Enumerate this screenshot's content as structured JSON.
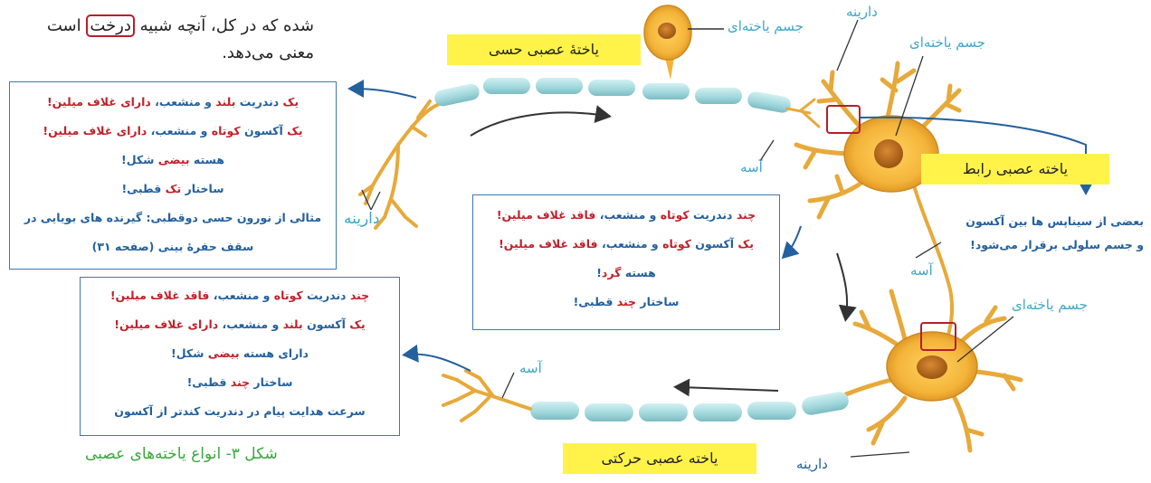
{
  "intro": {
    "line1": "شده که در کل، آنچه شبیه",
    "boxed_word": "درخت",
    "line1_tail": "است",
    "line2": "معنی می‌دهد."
  },
  "labels": {
    "sensory_neuron": "یاختهٔ عصبی حسی",
    "interneuron": "یاخته عصبی رابط",
    "motor_neuron": "یاخته عصبی حرکتی",
    "cell_body_top": "جسم یاخته‌ای",
    "dendrite_top": "دارینه",
    "cell_body_right": "جسم یاخته‌ای",
    "axon_mid": "آسه",
    "dendrite_left": "دارینه",
    "axon_inter": "آسه",
    "cell_body_motor": "جسم یاخته‌ای",
    "axon_motor": "آسه",
    "dendrite_bottom": "دارینه"
  },
  "sensory_box": {
    "lines": [
      [
        {
          "t": "یک",
          "red": true
        },
        {
          "t": " دندریت "
        },
        {
          "t": "بلند",
          "red": true
        },
        {
          "t": " و منشعب، "
        },
        {
          "t": "دارای غلاف میلین!",
          "red": true
        }
      ],
      [
        {
          "t": "یک",
          "red": true
        },
        {
          "t": " آکسون "
        },
        {
          "t": "کوتاه",
          "red": true
        },
        {
          "t": " و منشعب، "
        },
        {
          "t": "دارای غلاف میلین!",
          "red": true
        }
      ],
      [
        {
          "t": "هسته "
        },
        {
          "t": "بیضی",
          "red": true
        },
        {
          "t": " شکل!"
        }
      ],
      [
        {
          "t": "ساختار "
        },
        {
          "t": "تک",
          "red": true
        },
        {
          "t": " قطبی!"
        }
      ],
      [
        {
          "t": "مثالی از نورون حسی دوقطبی: گیرنده های بویایی در"
        }
      ],
      [
        {
          "t": "سقف حفرهٔ بینی (صفحه ۳۱)"
        }
      ]
    ]
  },
  "inter_box": {
    "lines": [
      [
        {
          "t": "چند",
          "red": true
        },
        {
          "t": " دندریت "
        },
        {
          "t": "کوتاه",
          "red": true
        },
        {
          "t": " و منشعب، "
        },
        {
          "t": "فاقد غلاف میلین!",
          "red": true
        }
      ],
      [
        {
          "t": "یک",
          "red": true
        },
        {
          "t": " آکسون "
        },
        {
          "t": "کوتاه",
          "red": true
        },
        {
          "t": " و منشعب، "
        },
        {
          "t": "فاقد غلاف میلین!",
          "red": true
        }
      ],
      [
        {
          "t": "هسته "
        },
        {
          "t": "گرد",
          "red": true
        },
        {
          "t": "!"
        }
      ],
      [
        {
          "t": "ساختار "
        },
        {
          "t": "چند",
          "red": true
        },
        {
          "t": " قطبی!"
        }
      ]
    ]
  },
  "motor_box": {
    "lines": [
      [
        {
          "t": "چند",
          "red": true
        },
        {
          "t": " دندریت "
        },
        {
          "t": "کوتاه",
          "red": true
        },
        {
          "t": " و منشعب، "
        },
        {
          "t": "فاقد غلاف میلین!",
          "red": true
        }
      ],
      [
        {
          "t": "یک",
          "red": true
        },
        {
          "t": " آکسون "
        },
        {
          "t": "بلند",
          "red": true
        },
        {
          "t": " و منشعب، "
        },
        {
          "t": "دارای غلاف میلین!",
          "red": true
        }
      ],
      [
        {
          "t": "دارای هسته "
        },
        {
          "t": "بیضی",
          "red": true
        },
        {
          "t": " شکل!"
        }
      ],
      [
        {
          "t": "ساختار "
        },
        {
          "t": "چند",
          "red": true
        },
        {
          "t": " قطبی!"
        }
      ],
      [
        {
          "t": "سرعت هدایت پیام در دندریت کندتر از آکسون"
        }
      ]
    ]
  },
  "synapse_note": {
    "line1": "بعضی از سیناپس ها بین آکسون",
    "line2": "و جسم سلولی برقرار می‌شود!"
  },
  "caption": "شکل ۳- انواع یاخته‌های عصبی",
  "colors": {
    "accent_blue": "#23609e",
    "accent_red": "#c3202a",
    "label_cyan": "#3ea6c9",
    "tag_yellow": "#fff34a",
    "caption_green": "#39a83c",
    "neuron_fill": "#f4b43a",
    "myelin_fill": "#a9dce0"
  }
}
